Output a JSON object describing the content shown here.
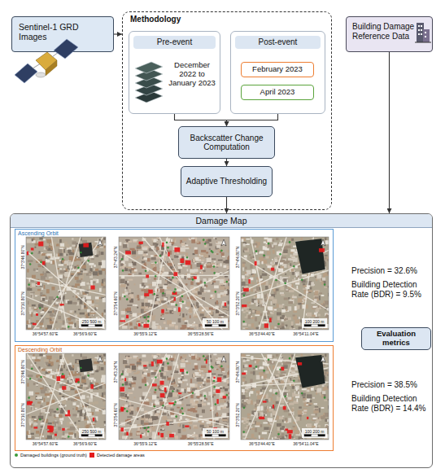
{
  "diagram": {
    "nodes": [
      {
        "text": [
          "Sentinel-1 GRD Images"
        ]
      },
      {
        "text": [
          "Methodology"
        ]
      },
      {
        "text": [
          "Pre-event",
          "December 2022 to January 2023"
        ],
        "in": 1
      },
      {
        "text": [
          "Post-event"
        ],
        "in": 1
      },
      {
        "text": [
          "February 2023"
        ],
        "in": 3
      },
      {
        "text": [
          "April 2023"
        ],
        "in": 3
      },
      {
        "text": [
          "Backscatter Change Computation"
        ],
        "in": 1
      },
      {
        "text": [
          "Adaptive Thresholding"
        ],
        "in": 1
      },
      {
        "text": [
          "Building Damage Reference Data"
        ]
      },
      {
        "text": [
          "Damage Map"
        ]
      },
      {
        "text": [
          "Ascending Orbit"
        ],
        "in": 9
      },
      {
        "text": [
          "Descending Orbit"
        ],
        "in": 9
      },
      {
        "text": [
          "Evaluation metrics"
        ],
        "in": 9
      }
    ],
    "edges": [
      {
        "from": 0,
        "to": 1,
        "arrow": "to"
      },
      {
        "from": 2,
        "to": 6,
        "arrow": "to"
      },
      {
        "from": 3,
        "to": 6,
        "arrow": "to"
      },
      {
        "from": 6,
        "to": 7,
        "arrow": "to"
      },
      {
        "from": 7,
        "to": 9,
        "arrow": "to"
      },
      {
        "from": 8,
        "to": 9,
        "arrow": "to"
      }
    ],
    "labels": [
      "37°3'46.80\"N",
      "37°3'10.80\"N",
      "36°54'57.60\"E",
      "36°56'9.60\"E",
      "250 500 m",
      "37°4'3.24\"N",
      "37°3'54.60\"N",
      "36°55'9.12\"E",
      "36°55'28.56\"E",
      "50 100 m",
      "37°4'4.80\"N",
      "37°3'52.20\"N",
      "36°53'44.40\"E",
      "36°54'11.04\"E",
      "100 200 m",
      "37°3'46.80\"N",
      "37°3'10.80\"N",
      "36°54'57.60\"E",
      "36°56'9.60\"E",
      "250 500 m",
      "37°4'3.24\"N",
      "37°3'54.60\"N",
      "36°55'9.12\"E",
      "36°55'28.56\"E",
      "50 100 m",
      "37°4'4.80\"N",
      "37°3'52.20\"N",
      "36°53'44.40\"E",
      "36°54'11.04\"E",
      "100 200 m",
      "Precision = 32.6%",
      "Building Detection Rate (BDR) = 9.5%",
      "Precision = 38.5%",
      "Building Detection Rate (BDR) = 14.4%"
    ],
    "legend": [
      {
        "text": "Damaged buildings (ground truth)",
        "color": "#3b9b3b"
      },
      {
        "text": "Detected damage areas",
        "color": "#e41a1c"
      }
    ]
  }
}
